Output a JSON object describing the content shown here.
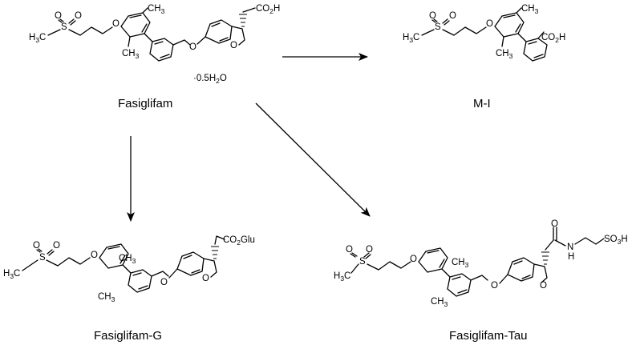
{
  "compounds": {
    "parent": {
      "name": "Fasiglifam",
      "salt": "0.5H2O",
      "salt_dot": "·",
      "acid": "CO2H"
    },
    "metabolite1": {
      "name": "M-I",
      "acid": "CO2H"
    },
    "metabolite2": {
      "name": "Fasiglifam-G",
      "ester": "CO2Glu"
    },
    "metabolite3": {
      "name": "Fasiglifam-Tau",
      "sulfonic": "SO3H",
      "amide_o": "O",
      "amide_nh": "N\nH"
    }
  },
  "atoms": {
    "S": "S",
    "O": "O",
    "CH3": "CH3",
    "H3C": "H3C",
    "N": "N",
    "H": "H"
  },
  "arrows": [
    {
      "from": "Fasiglifam",
      "to": "M-I"
    },
    {
      "from": "Fasiglifam",
      "to": "Fasiglifam-G"
    },
    {
      "from": "Fasiglifam",
      "to": "Fasiglifam-Tau"
    }
  ]
}
